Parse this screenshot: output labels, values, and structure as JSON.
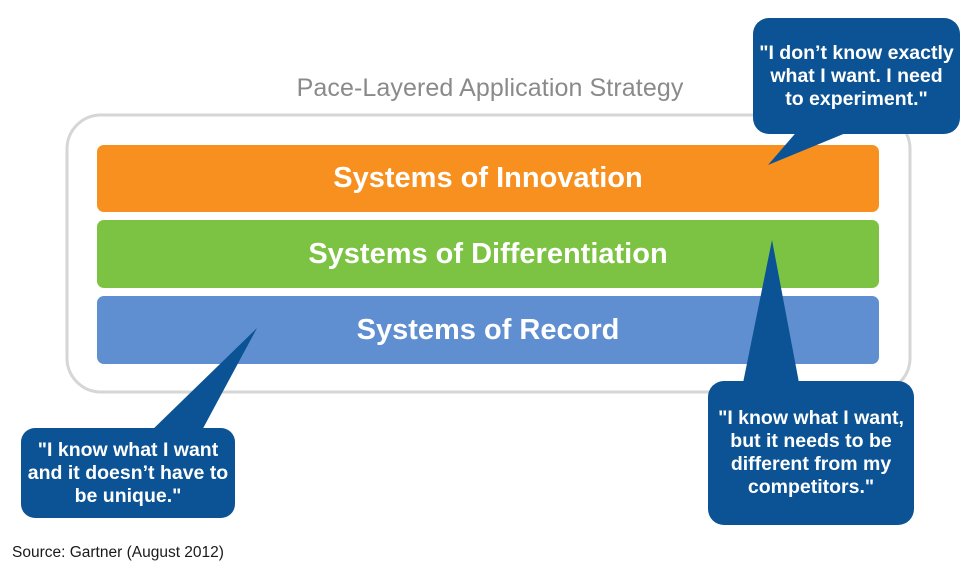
{
  "title": "Pace-Layered Application Strategy",
  "colors": {
    "innovation": "#f7901e",
    "differentiation": "#7cc243",
    "record": "#5f8fd0",
    "callout": "#0b5394",
    "frame": "#d6d6d6",
    "title_text": "#8a8a8a"
  },
  "layers": [
    {
      "id": "innovation",
      "label": "Systems of Innovation"
    },
    {
      "id": "differentiation",
      "label": "Systems of Differentiation"
    },
    {
      "id": "record",
      "label": "Systems of Record"
    }
  ],
  "quotes": {
    "innovation": "\"I don’t know exactly what I want.  I need to experiment.\"",
    "differentiation": "\"I know what I want, but it needs to be different from my competitors.\"",
    "record": "\"I know what I want and it doesn’t have to be unique.\""
  },
  "source": "Source: Gartner (August 2012)"
}
